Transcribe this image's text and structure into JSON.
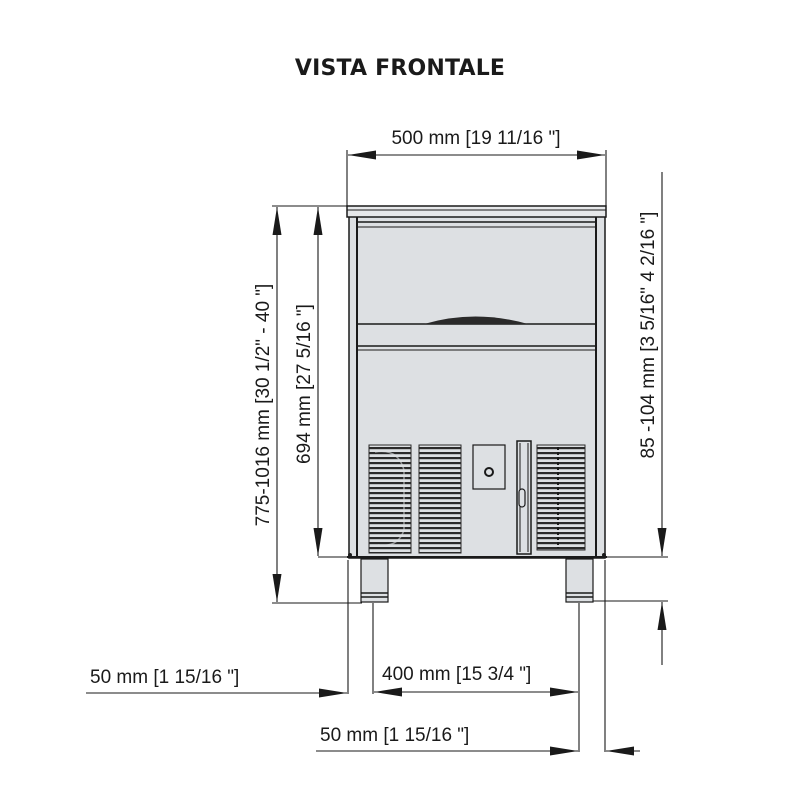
{
  "title": "VISTA FRONTALE",
  "dimensions": {
    "width_total": "500 mm [19 11/16 \"]",
    "height_total": "775-1016 mm [30 1/2\" - 40 \"]",
    "height_body": "694 mm [27 5/16 \"]",
    "feet_height": "85 -104 mm [3 5/16\" 4 2/16 \"]",
    "foot_offset_left": "50 mm [1 15/16 \"]",
    "feet_spacing": "400 mm [15 3/4 \"]",
    "foot_offset_right": "50 mm [1 15/16 \"]"
  },
  "colors": {
    "line": "#1a1a1a",
    "panel": "#dde0e3",
    "background": "#ffffff"
  }
}
